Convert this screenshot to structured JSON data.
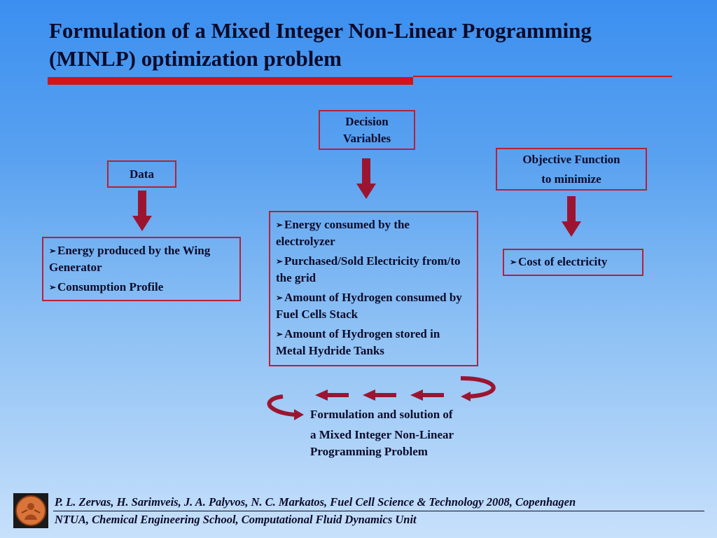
{
  "slide": {
    "title_line1": "Formulation of a Mixed Integer Non-Linear Programming",
    "title_line2": "(MINLP) optimization problem"
  },
  "data_box": {
    "label": "Data",
    "items": [
      {
        "bullet": "➢",
        "text": "Energy produced by the Wing Generator"
      },
      {
        "bullet": "➢",
        "text": "Consumption Profile"
      }
    ]
  },
  "decision_box": {
    "label_line1": "Decision",
    "label_line2": "Variables",
    "items": [
      {
        "bullet": "➢",
        "text": "Energy consumed by the electrolyzer"
      },
      {
        "bullet": "➢",
        "text": "Purchased/Sold Electricity from/to the grid"
      },
      {
        "bullet": "➢",
        "text": "Amount of Hydrogen consumed by Fuel Cells Stack"
      },
      {
        "bullet": "➢",
        "text": "Amount of Hydrogen stored in Metal Hydride Tanks"
      }
    ]
  },
  "objective_box": {
    "label_line1": "Objective Function",
    "label_line2": "to minimize",
    "items": [
      {
        "bullet": "➢",
        "text": "Cost of  electricity"
      }
    ]
  },
  "result": {
    "line1": "Formulation and solution of",
    "line2": "a Mixed Integer Non-Linear",
    "line3": "Programming Problem"
  },
  "footer": {
    "line1": "P. L. Zervas, H. Sarimveis, J. A. Palyvos,  N. C. Markatos, Fuel Cell Science & Technology 2008, Copenhagen",
    "line2": "NTUA, Chemical Engineering School, Computational Fluid Dynamics Unit"
  },
  "colors": {
    "accent_red": "#d5121a",
    "arrow_red": "#9c1530",
    "box_border": "#b5213a"
  }
}
